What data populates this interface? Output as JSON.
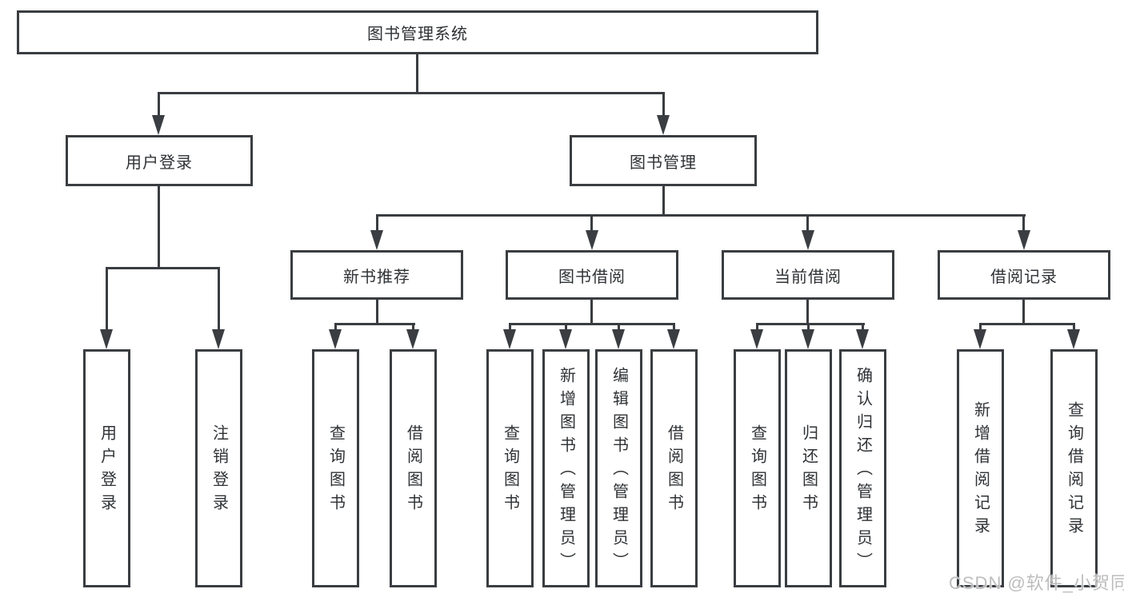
{
  "diagram": {
    "root": "图书管理系统",
    "level2": {
      "user_login": "用户登录",
      "book_mgmt": "图书管理"
    },
    "level3": {
      "new_books": "新书推荐",
      "borrow": "图书借阅",
      "current": "当前借阅",
      "records": "借阅记录"
    },
    "leaves": {
      "login": "用户登录",
      "logout": "注销登录",
      "nb_query": "查询图书",
      "nb_borrow": "借阅图书",
      "bb_query": "查询图书",
      "bb_add": "新增图书（管理员）",
      "bb_edit": "编辑图书（管理员）",
      "bb_borrow": "借阅图书",
      "cb_query": "查询图书",
      "cb_return": "归还图书",
      "cb_confirm": "确认归还（管理员）",
      "br_add": "新增借阅记录",
      "br_query": "查询借阅记录"
    }
  },
  "colors": {
    "line": "#3a3d41",
    "text": "#2f3235",
    "watermark": "#bdbdbd",
    "background": "#ffffff"
  },
  "watermark": {
    "text": "CSDN @软件_小贺同学"
  }
}
